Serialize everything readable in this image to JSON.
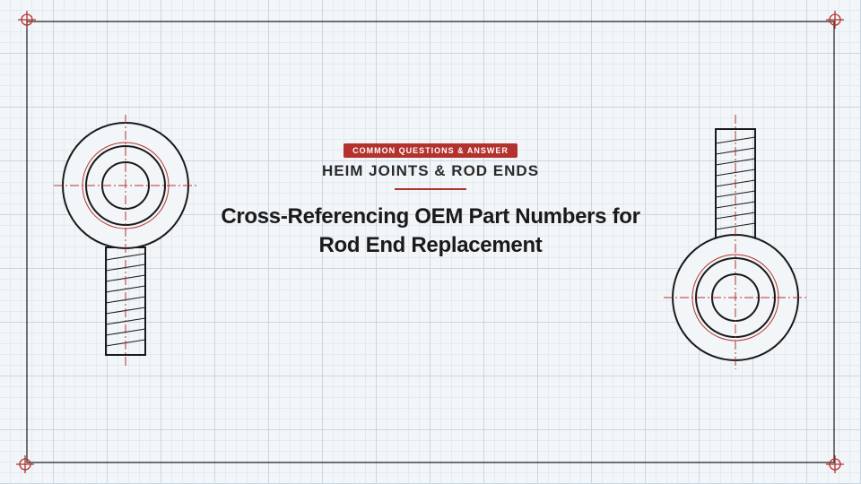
{
  "badge": "COMMON QUESTIONS & ANSWER",
  "category": "HEIM JOINTS & ROD ENDS",
  "title_line1": "Cross-Referencing OEM Part Numbers for",
  "title_line2": "Rod End Replacement",
  "colors": {
    "accent": "#b3322e",
    "ink": "#1a1a1a",
    "grid": "#c9d6e0",
    "background": "#f3f6f9"
  },
  "icons": [
    "corner-crosshair-icon",
    "rod-end-drawing"
  ]
}
